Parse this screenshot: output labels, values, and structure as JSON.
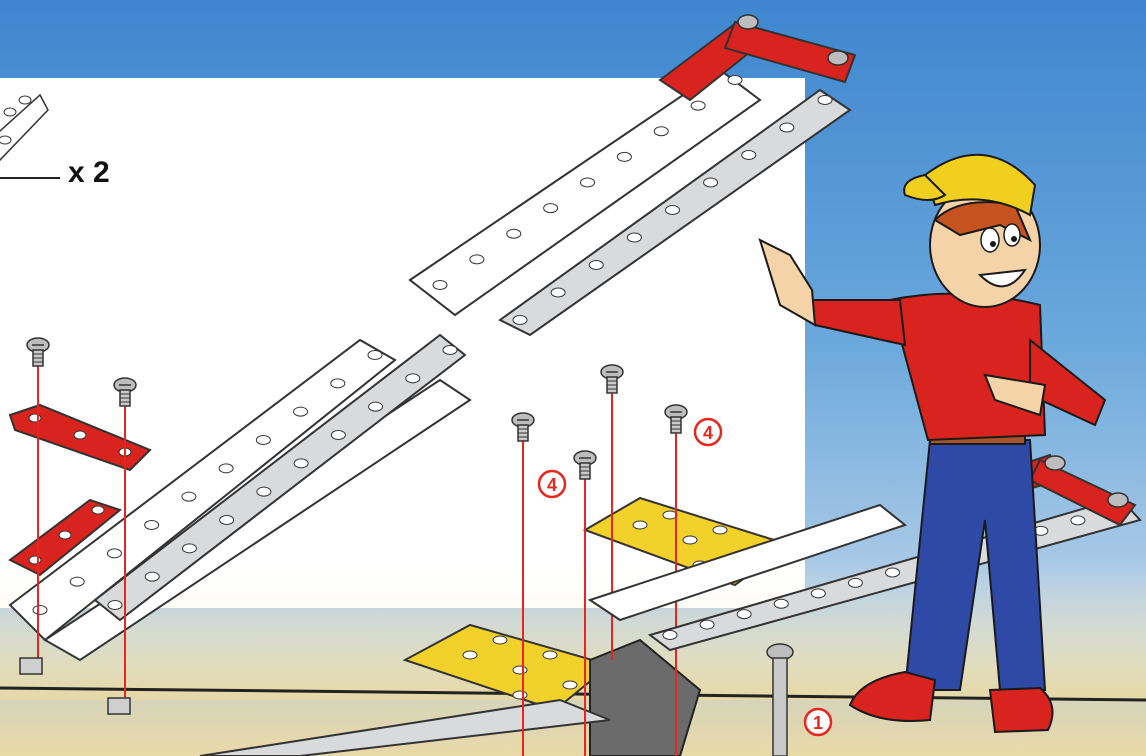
{
  "quantity_label": "x 2",
  "callouts": {
    "screw_b": "4",
    "screw_c": "4",
    "bolt_long": "1"
  },
  "colors": {
    "sky_top": "#3f86cf",
    "panel": "#ffffff",
    "strip": "#d9dadc",
    "red_part": "#d8231f",
    "yellow_part": "#f2d12b",
    "dark_part": "#6b6b6b",
    "callout": "#e8261e",
    "shirt": "#d8231f",
    "jeans": "#2f4aa6",
    "cap": "#f1cf1f"
  }
}
